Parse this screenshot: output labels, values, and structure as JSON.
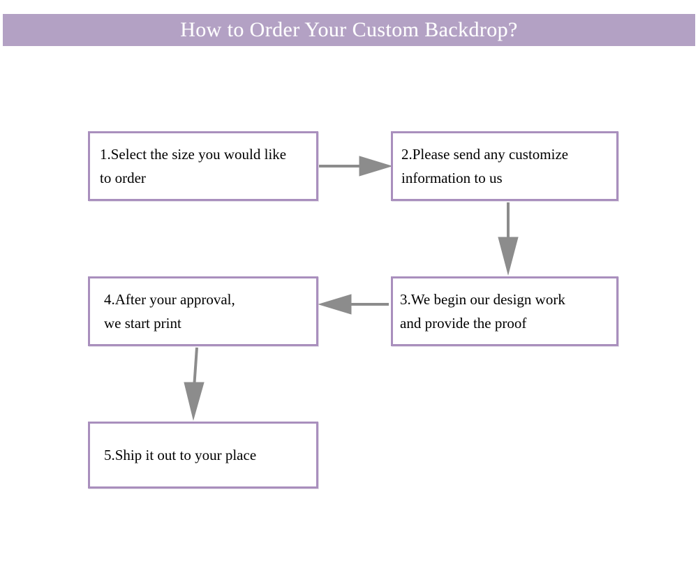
{
  "header": {
    "title": "How to Order Your Custom Backdrop?",
    "banner_color": "#b3a1c4",
    "title_color": "#ffffff"
  },
  "colors": {
    "page_background": "#ffffff",
    "box_border": "#a98fbd",
    "box_fill": "#ffffff",
    "arrow": "#8c8c8c",
    "text": "#000000"
  },
  "flow": {
    "steps": [
      {
        "number": "1",
        "text": "1.Select the size you would like\n    to order",
        "name": "step-1-select-size"
      },
      {
        "number": "2",
        "text": "2.Please send any customize\n    information to us",
        "name": "step-2-send-customize-info"
      },
      {
        "number": "3",
        "text": "3.We begin our design work\nand provide the proof",
        "name": "step-3-design-work-proof"
      },
      {
        "number": "4",
        "text": "4.After your approval,\n  we start print",
        "name": "step-4-after-approval-print"
      },
      {
        "number": "5",
        "text": "5.Ship it out to your place",
        "name": "step-5-ship-out"
      }
    ],
    "connectors": [
      {
        "name": "arrow-step1-to-step2",
        "direction": "right"
      },
      {
        "name": "arrow-step2-to-step3",
        "direction": "down"
      },
      {
        "name": "arrow-step3-to-step4",
        "direction": "left"
      },
      {
        "name": "arrow-step4-to-step5",
        "direction": "down"
      }
    ]
  }
}
